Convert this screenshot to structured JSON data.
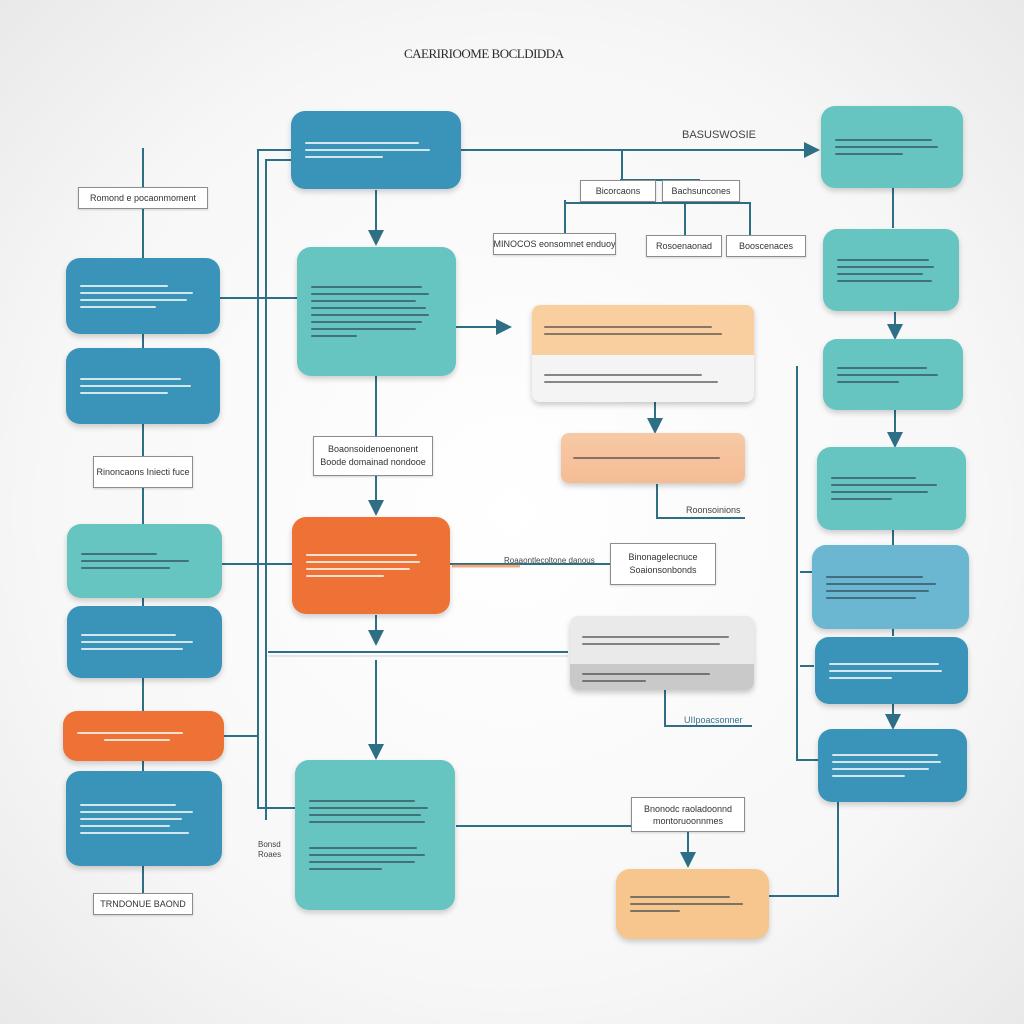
{
  "diagram": {
    "title": "CAERIRIOOME BOCLDIDDA",
    "labels": {
      "top_right_heading": "BASUSWOSIE",
      "left_top": "Romond e pocaonmoment",
      "left_mid": "Rinoncaons Iniecti fuce",
      "left_bottom": "TRNDONUE BAOND",
      "tree_a": "Bicorcaons",
      "tree_b": "Bachsuncones",
      "tree_c": "MINOCOS eonsomnet enduoy",
      "tree_d": "Rosoenaonad",
      "tree_e": "Booscenaces",
      "center_mid": "Boaonsoidenoenonent Boode domainad nondooe",
      "right_peach_caption": "Roonsoinions",
      "orange_caption": "Roaaontlecoltone danous",
      "mid_right_box": "Binonagelecnuce Soaionsonbonds",
      "grey_caption": "UIIpoacsonner",
      "bottom_mid_box": "Bnonodc raoladoonnd montoruoonnmes",
      "bottom_left_caption": "Bonsd Roaes"
    },
    "colors": {
      "blue": "#3a93b8",
      "teal": "#66c4c1",
      "light_blue": "#6bb6d1",
      "orange": "#ee7235",
      "peach": "#f7c68f",
      "connector": "#2f6f86"
    }
  }
}
